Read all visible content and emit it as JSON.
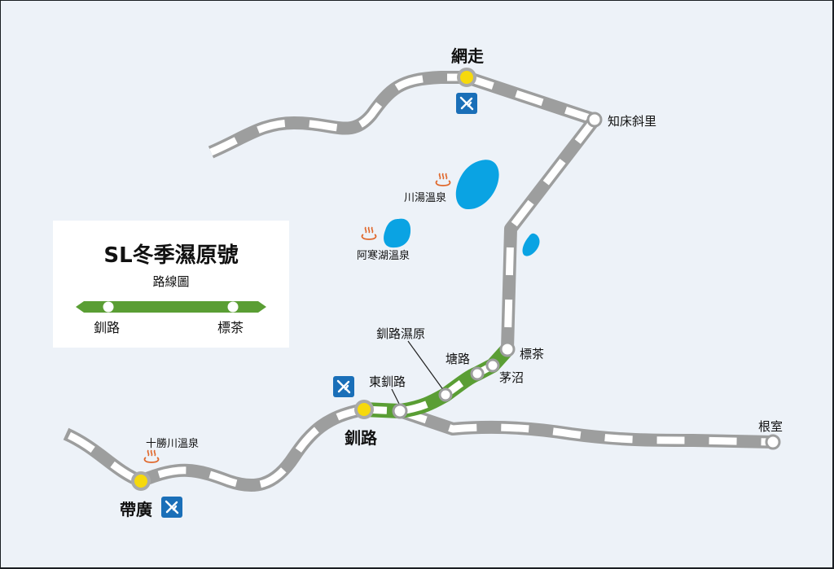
{
  "legend": {
    "title": "SL冬季濕原號",
    "subtitle": "路線圖",
    "line_color": "#5a9e34",
    "stops": [
      "釧路",
      "標茶"
    ]
  },
  "stations": {
    "abashiri": "網走",
    "shiretoko_shari": "知床斜里",
    "shibecha": "標茶",
    "kayanuma": "茅沼",
    "toro": "塘路",
    "kushiro_shitsugen": "釧路濕原",
    "higashi_kushiro": "東釧路",
    "kushiro": "釧路",
    "nemuro": "根室",
    "obihiro": "帶廣"
  },
  "onsen": {
    "kawayu": "川湯溫泉",
    "akanko": "阿寒湖溫泉",
    "tokachigawa": "十勝川溫泉"
  },
  "icons": {
    "airport": "airport-icon",
    "onsen": "hot-spring-icon"
  },
  "colors": {
    "background": "#edf2f8",
    "track": "#9d9e9e",
    "sl_line": "#5a9e34",
    "major_station": "#f6d90c",
    "lake": "#0aa3e3",
    "airport": "#1a6fb8",
    "onsen": "#e0672a"
  }
}
